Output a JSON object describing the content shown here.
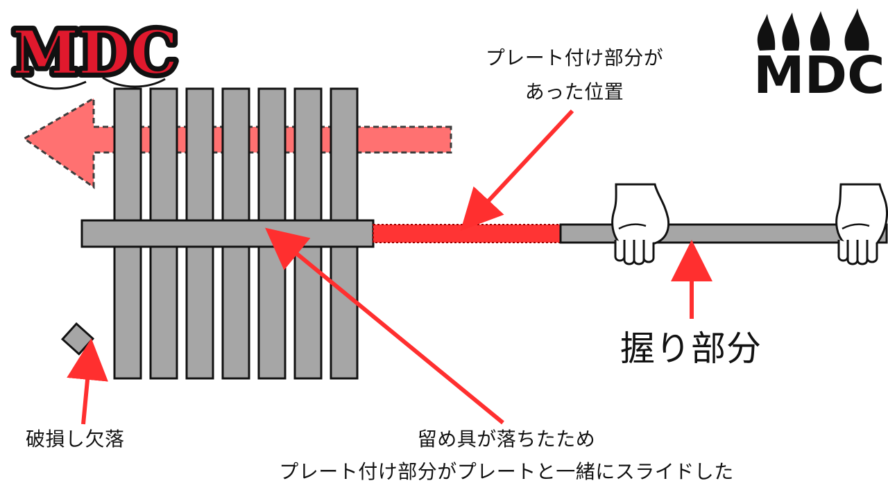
{
  "logos": {
    "left_text": "MDC",
    "right_text": "MDC"
  },
  "labels": {
    "plate_mount_position_line1": "プレート付け部分が",
    "plate_mount_position_line2": "あった位置",
    "grip_part": "握り部分",
    "damaged_missing": "破損し欠落",
    "cause_line1": "留め具が落ちたため",
    "cause_line2": "プレート付け部分がプレートと一緒にスライドした"
  },
  "colors": {
    "arrow_red": "#ff2f2f",
    "big_arrow_fill": "#ff5a5a",
    "bar_gray": "#a6a6a6",
    "outline": "#111111",
    "logo_red": "#e0192d",
    "logo_black": "#111111"
  }
}
